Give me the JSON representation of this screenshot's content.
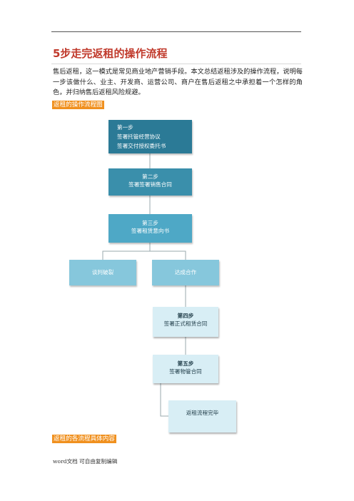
{
  "document": {
    "title": "5步走完返租的操作流程",
    "intro": "售后返租，这一模式是常见商业地产营销手段。本文总结返租涉及的操作流程，说明每一步该做什么、业主、开发商、运营公司、商户在售后返租之中承担着一个怎样的角色，并归纳售后返租风险规避。",
    "section1_heading": "返租的操作流程图",
    "section2_heading": "返租的各流程具体内容",
    "footer": "word文档 可自由复制编辑"
  },
  "flowchart": {
    "step1": {
      "title": "第一步",
      "line2": "签署托管经营协议",
      "line3": "签署交付授权委托书"
    },
    "step2": {
      "title": "第二步",
      "line2": "签署签署销售合同"
    },
    "step3": {
      "title": "第三步",
      "line2": "签署租赁意向书"
    },
    "branch_fail": {
      "label": "谈判破裂"
    },
    "branch_success": {
      "label": "达成合作"
    },
    "step4": {
      "title": "第四步",
      "line2": "签署正式租赁合同"
    },
    "step5": {
      "title": "第五步",
      "line2": "签署物管合同"
    },
    "done": {
      "label": "返租流程完毕"
    }
  },
  "colors": {
    "title": "#c0392b",
    "highlight": "#f0901e",
    "step_dark": "#2b7a96",
    "step_mid": "#3a8fab",
    "step_light": "#4ea8c6",
    "branch": "#86c7dc",
    "pale": "#d8eef5"
  }
}
